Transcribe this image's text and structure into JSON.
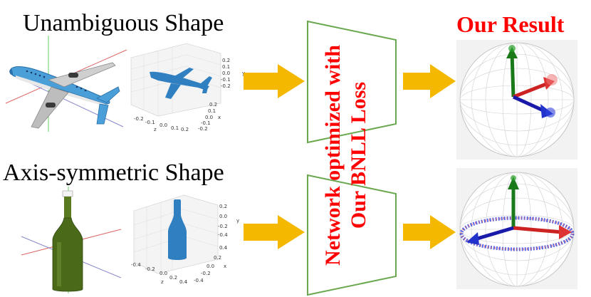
{
  "rows": [
    {
      "title": "Unambiguous Shape",
      "plot": {
        "y_ticks": [
          "0.2",
          "0.1",
          "0.0",
          "-0.1",
          "-0.2"
        ],
        "x_ticks": [
          "0.2",
          "0.1",
          "0.0",
          "-0.1",
          "-0.2"
        ],
        "z_ticks": [
          "-0.2",
          "-0.1",
          "0.0",
          "0.1",
          "0.2"
        ],
        "y_label": "y",
        "x_label": "x",
        "z_label": "z"
      }
    },
    {
      "title": "Axis-symmetric Shape",
      "plot": {
        "y_ticks": [
          "0.2",
          "0.0",
          "-0.2",
          "-0.4"
        ],
        "x_ticks": [
          "0.4",
          "0.2",
          "0.0",
          "-0.2",
          "-0.4"
        ],
        "z_ticks": [
          "-0.4",
          "-0.2",
          "0.0",
          "0.2",
          "0.4"
        ],
        "y_label": "y",
        "x_label": "x",
        "z_label": "z"
      }
    }
  ],
  "network": {
    "line1": "Network optimized with",
    "line2": "Our BNLL Loss"
  },
  "result_title": "Our Result",
  "colors": {
    "arrow": "#f5b800",
    "network_border": "#6aa84f",
    "title_red": "#ff0000",
    "points_blue": "#2f7fc1",
    "bottle_green": "#4a6a1a"
  }
}
